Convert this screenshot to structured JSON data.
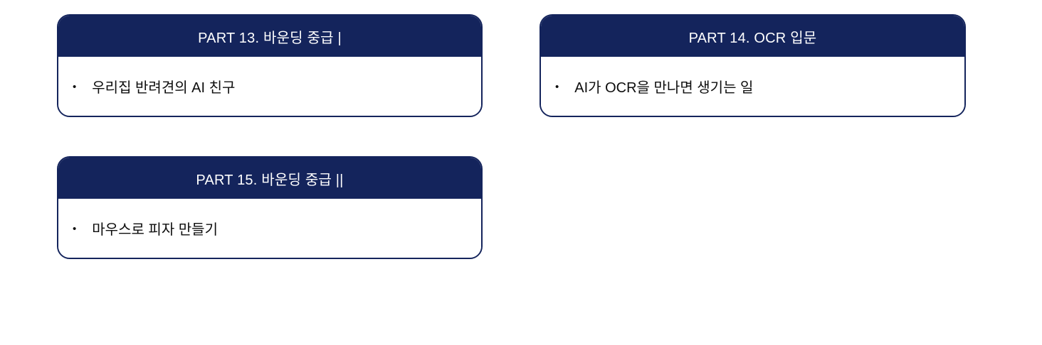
{
  "colors": {
    "header_bg": "#14245C",
    "header_text": "#FFFFFF",
    "card_border": "#14245C",
    "card_bg": "#FFFFFF",
    "body_text": "#0D0D0D",
    "page_bg": "#FFFFFF"
  },
  "bullet_char": "•",
  "cards": [
    {
      "title": "PART 13. 바운딩 중급 |",
      "items": [
        "우리집 반려견의 AI 친구"
      ]
    },
    {
      "title": "PART 14. OCR 입문",
      "items": [
        "AI가 OCR을 만나면 생기는 일"
      ]
    },
    {
      "title": "PART 15. 바운딩 중급 ||",
      "items": [
        "마우스로 피자 만들기"
      ]
    }
  ]
}
